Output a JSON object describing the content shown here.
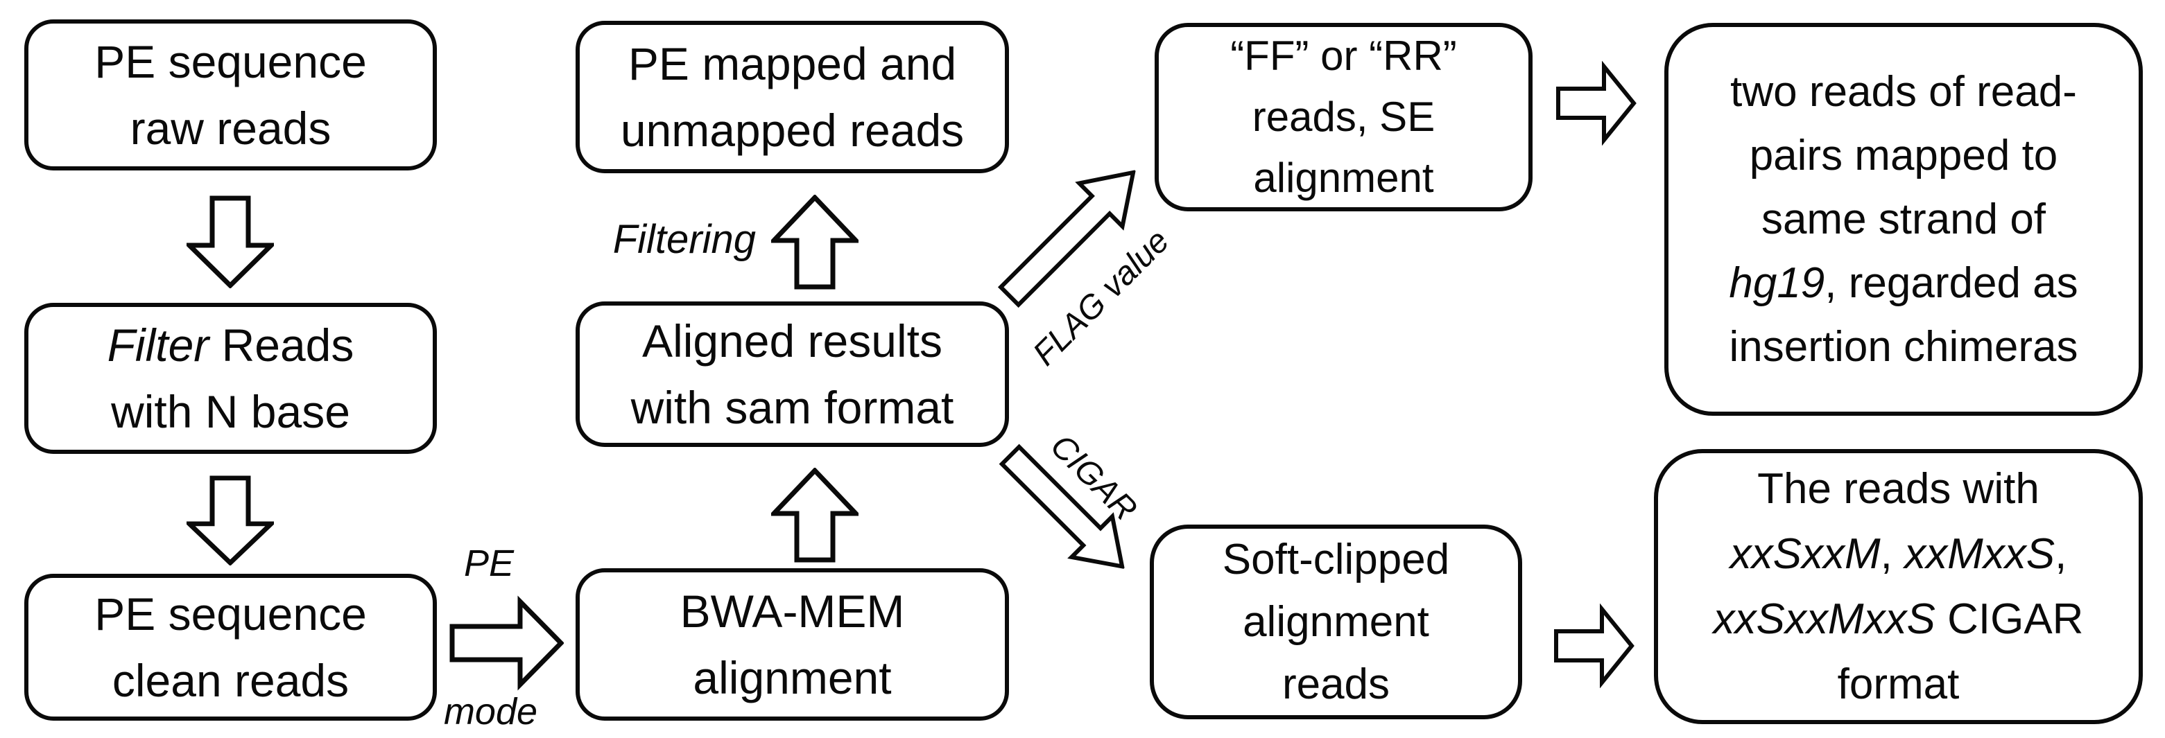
{
  "figure": {
    "background": "#ffffff",
    "line_color": "#0a0a0a",
    "type": "flowchart"
  },
  "boxes": {
    "pe_raw": {
      "lines": [
        [
          {
            "t": "PE sequence"
          }
        ],
        [
          {
            "t": "raw reads"
          }
        ]
      ]
    },
    "filter_n": {
      "lines": [
        [
          {
            "t": "Filter",
            "i": true
          },
          {
            "t": " Reads"
          }
        ],
        [
          {
            "t": "with N base"
          }
        ]
      ]
    },
    "pe_clean": {
      "lines": [
        [
          {
            "t": "PE sequence"
          }
        ],
        [
          {
            "t": "clean reads"
          }
        ]
      ]
    },
    "pe_mapped": {
      "lines": [
        [
          {
            "t": "PE mapped and"
          }
        ],
        [
          {
            "t": "unmapped reads"
          }
        ]
      ]
    },
    "aligned_sam": {
      "lines": [
        [
          {
            "t": "Aligned results"
          }
        ],
        [
          {
            "t": "with sam format"
          }
        ]
      ]
    },
    "bwa_mem": {
      "lines": [
        [
          {
            "t": "BWA-MEM"
          }
        ],
        [
          {
            "t": "alignment"
          }
        ]
      ]
    },
    "ff_rr": {
      "lines": [
        [
          {
            "t": "“FF” or “RR”"
          }
        ],
        [
          {
            "t": "reads, SE"
          }
        ],
        [
          {
            "t": "alignment"
          }
        ]
      ]
    },
    "chimera": {
      "lines": [
        [
          {
            "t": "two reads of read-"
          }
        ],
        [
          {
            "t": "pairs mapped to"
          }
        ],
        [
          {
            "t": "same strand of"
          }
        ],
        [
          {
            "t": "hg19",
            "i": true
          },
          {
            "t": ", regarded as"
          }
        ],
        [
          {
            "t": "insertion chimeras"
          }
        ]
      ]
    },
    "soft_clipped": {
      "lines": [
        [
          {
            "t": "Soft-clipped"
          }
        ],
        [
          {
            "t": "alignment"
          }
        ],
        [
          {
            "t": "reads"
          }
        ]
      ]
    },
    "cigar_format": {
      "lines": [
        [
          {
            "t": "The reads with"
          }
        ],
        [
          {
            "t": "xxSxxM",
            "i": true
          },
          {
            "t": ", "
          },
          {
            "t": "xxMxxS",
            "i": true
          },
          {
            "t": ","
          }
        ],
        [
          {
            "t": "xxSxxMxxS",
            "i": true
          },
          {
            "t": " CIGAR"
          }
        ],
        [
          {
            "t": "format"
          }
        ]
      ]
    }
  },
  "labels": {
    "pe": "PE",
    "mode": "mode",
    "filtering": "Filtering",
    "flag_value": "FLAG value",
    "cigar": "CIGAR"
  }
}
